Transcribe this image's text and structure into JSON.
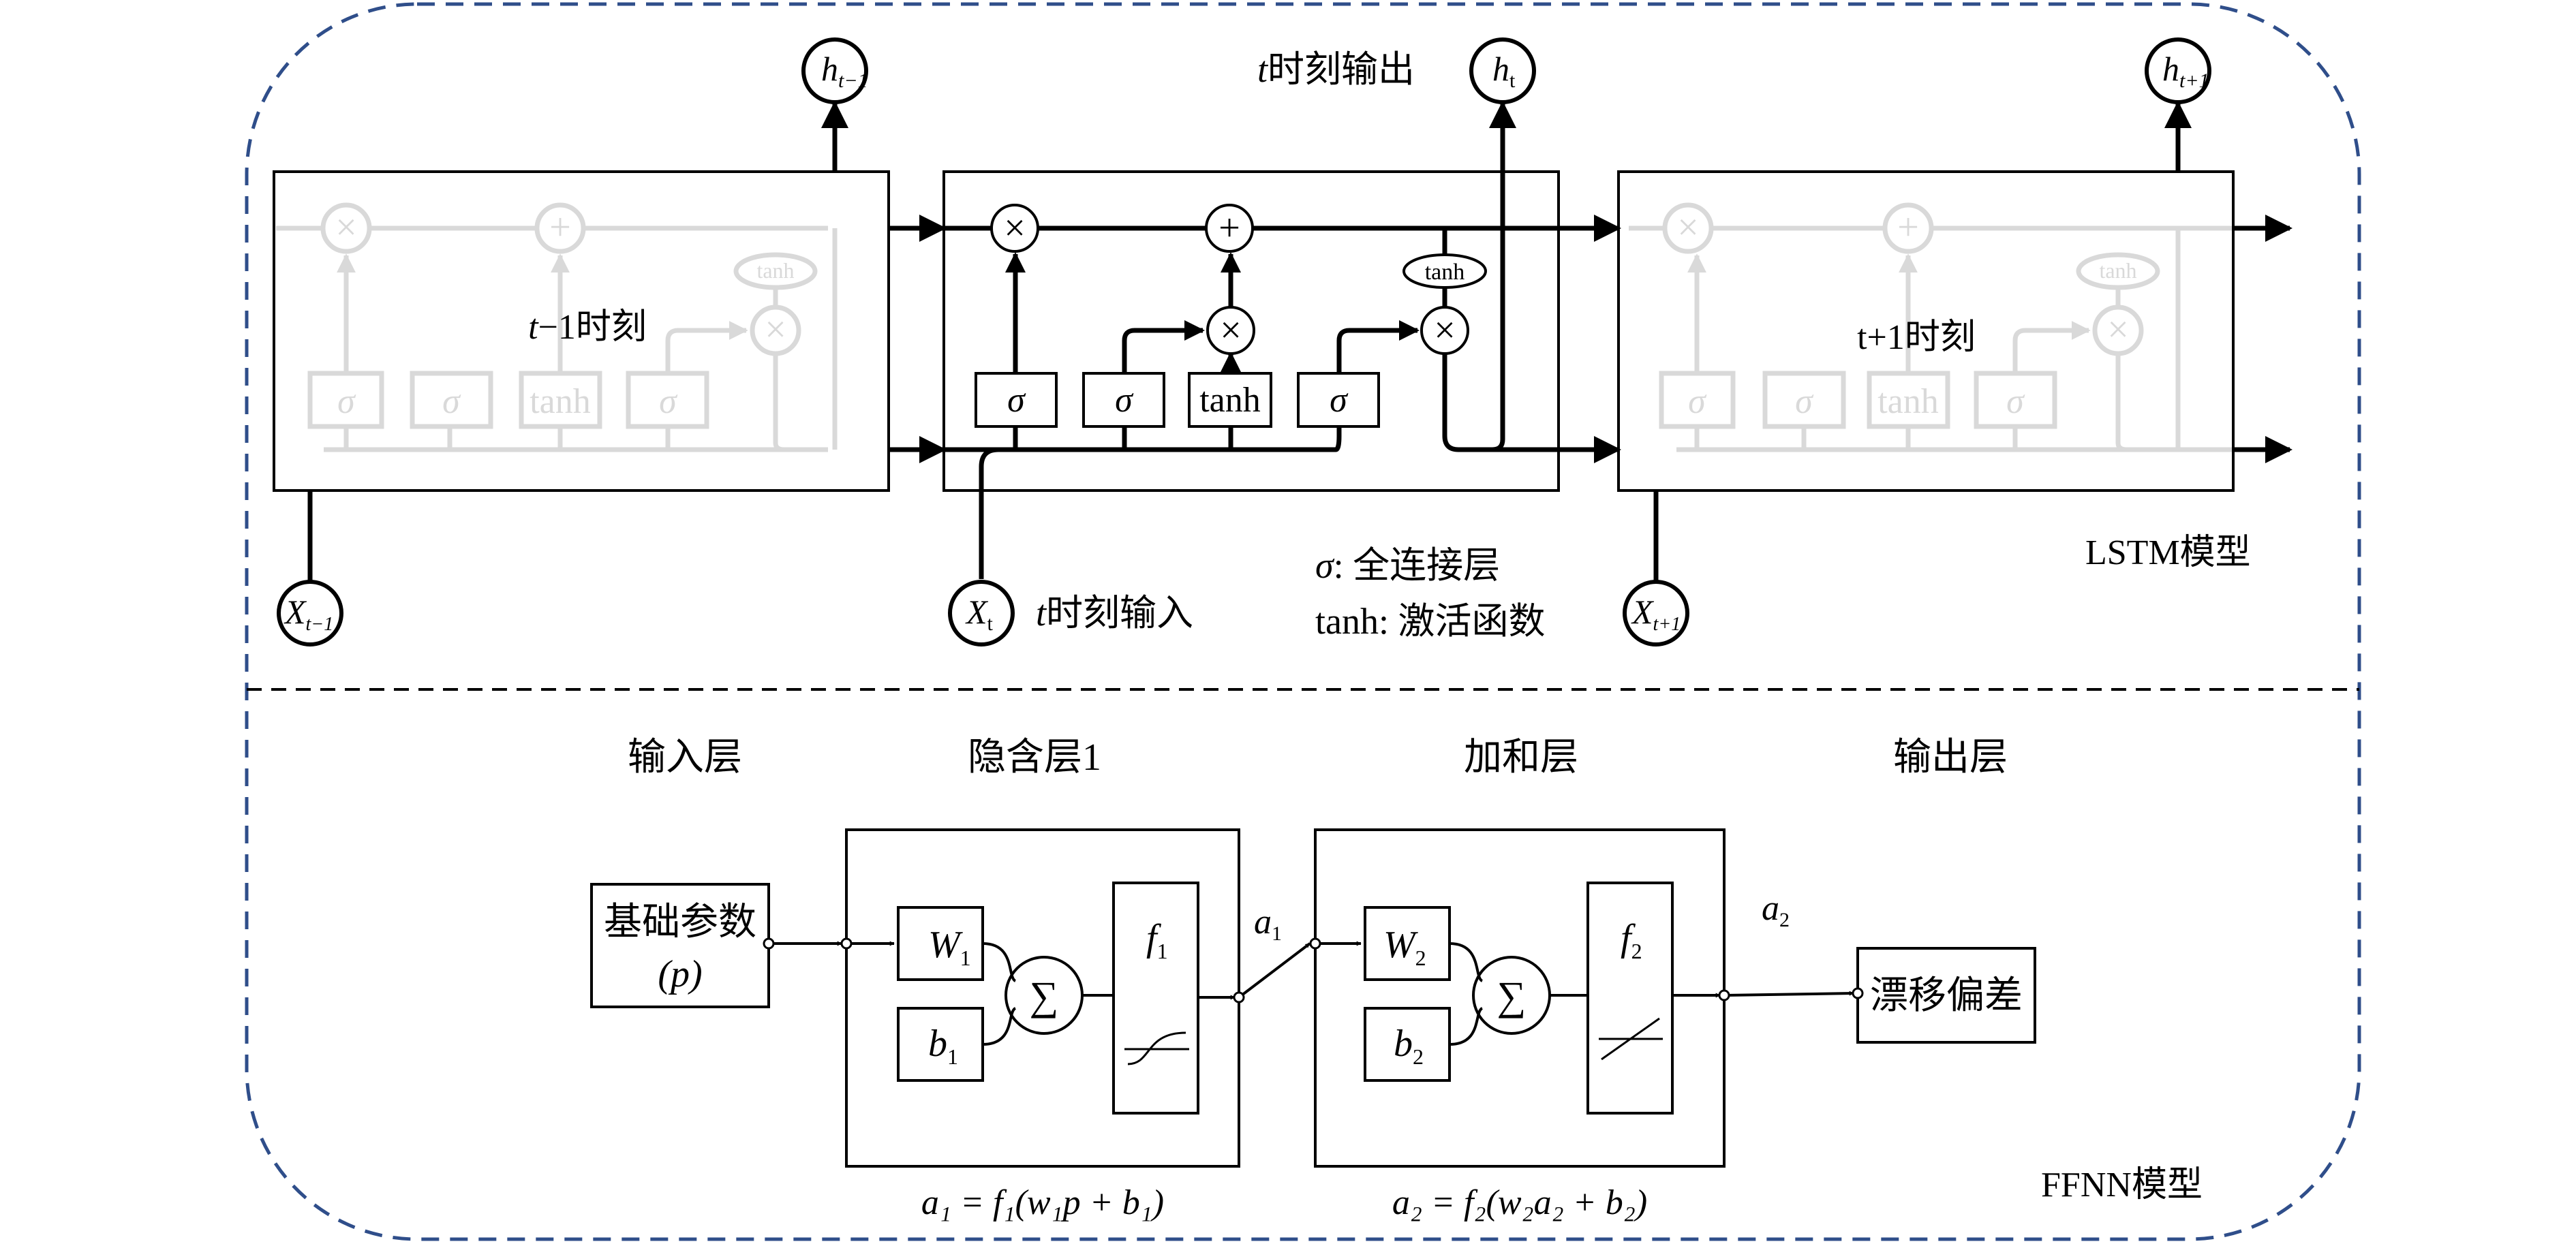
{
  "lstm": {
    "cells": {
      "prev": {
        "label_var": "t",
        "label_rest": "−1时刻"
      },
      "curr": {
        "in_caption_var": "t",
        "in_caption_rest": "时刻输入",
        "out_caption_var": "t",
        "out_caption_rest": "时刻输出"
      },
      "next": {
        "label": "t+1时刻"
      }
    },
    "gates": {
      "sigma": "σ",
      "tanh": "tanh"
    },
    "ops": {
      "mul": "×",
      "add": "+"
    },
    "nodes": {
      "h_prev": {
        "main": "h",
        "sub": "t−1"
      },
      "h_curr": {
        "main": "h",
        "sub": "t"
      },
      "h_next": {
        "main": "h",
        "sub": "t+1"
      },
      "x_prev": {
        "main": "X",
        "sub": "t−1"
      },
      "x_curr": {
        "main": "X",
        "sub": "t"
      },
      "x_next": {
        "main": "X",
        "sub": "t+1"
      }
    },
    "legend": {
      "sigma_sym": "σ",
      "sigma_text": ": 全连接层",
      "tanh_text": "tanh: 激活函数"
    },
    "model_label": "LSTM模型"
  },
  "ffnn": {
    "layer_titles": {
      "input": "输入层",
      "hidden": "隐含层1",
      "sum": "加和层",
      "output": "输出层"
    },
    "input_box": {
      "line1": "基础参数",
      "line2": "(p)"
    },
    "hidden": {
      "w": "W",
      "w_sub": "1",
      "b": "b",
      "b_sub": "1",
      "f": "f",
      "f_sub": "1",
      "sum_sym": "∑"
    },
    "sum_layer": {
      "w": "W",
      "w_sub": "2",
      "b": "b",
      "b_sub": "2",
      "f": "f",
      "f_sub": "2",
      "sum_sym": "∑"
    },
    "a1": {
      "main": "a",
      "sub": "1"
    },
    "a2": {
      "main": "a",
      "sub": "2"
    },
    "output_box": "漂移偏差",
    "formula1": "a₁ = f₁(w₁p + b₁)",
    "formula2": "a₂ = f₂(w₂a₂ + b₂)",
    "model_label": "FFNN模型"
  },
  "colors": {
    "frame_dash": "#2f4e8a",
    "stroke": "#000000",
    "faded": "#d9d9d9"
  }
}
